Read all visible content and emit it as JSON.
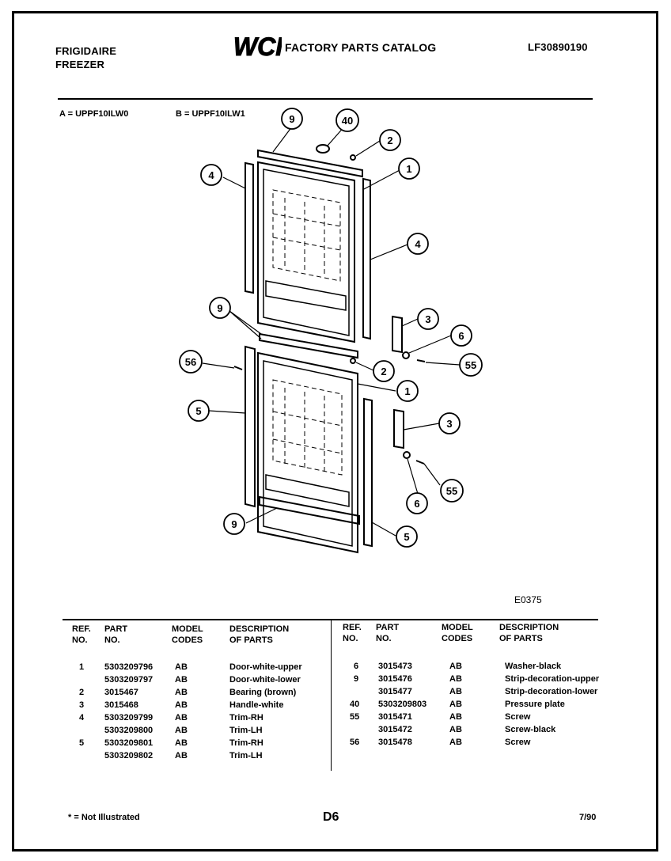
{
  "header": {
    "brand_line1": "FRIGIDAIRE",
    "brand_line2": "FREEZER",
    "logo_text": "WCI",
    "catalog_title": "FACTORY PARTS CATALOG",
    "catalog_number": "LF30890190"
  },
  "models": {
    "a": "A = UPPF10ILW0",
    "b": "B = UPPF10ILW1"
  },
  "diagram": {
    "code": "E0375",
    "callouts": [
      "9",
      "40",
      "2",
      "1",
      "4",
      "4",
      "9",
      "3",
      "6",
      "55",
      "56",
      "2",
      "1",
      "5",
      "3",
      "55",
      "6",
      "9",
      "5"
    ]
  },
  "table": {
    "headers": {
      "ref_line1": "REF.",
      "ref_line2": "NO.",
      "part_line1": "PART",
      "part_line2": "NO.",
      "model_line1": "MODEL",
      "model_line2": "CODES",
      "desc_line1": "DESCRIPTION",
      "desc_line2": "OF PARTS"
    },
    "left_rows": [
      {
        "ref": "1",
        "part": "5303209796",
        "model": "AB",
        "desc": "Door-white-upper"
      },
      {
        "ref": "",
        "part": "5303209797",
        "model": "AB",
        "desc": "Door-white-lower"
      },
      {
        "ref": "2",
        "part": "3015467",
        "model": "AB",
        "desc": "Bearing (brown)"
      },
      {
        "ref": "3",
        "part": "3015468",
        "model": "AB",
        "desc": "Handle-white"
      },
      {
        "ref": "4",
        "part": "5303209799",
        "model": "AB",
        "desc": "Trim-RH"
      },
      {
        "ref": "",
        "part": "5303209800",
        "model": "AB",
        "desc": "Trim-LH"
      },
      {
        "ref": "5",
        "part": "5303209801",
        "model": "AB",
        "desc": "Trim-RH"
      },
      {
        "ref": "",
        "part": "5303209802",
        "model": "AB",
        "desc": "Trim-LH"
      }
    ],
    "right_rows": [
      {
        "ref": "6",
        "part": "3015473",
        "model": "AB",
        "desc": "Washer-black"
      },
      {
        "ref": "9",
        "part": "3015476",
        "model": "AB",
        "desc": "Strip-decoration-upper"
      },
      {
        "ref": "",
        "part": "3015477",
        "model": "AB",
        "desc": "Strip-decoration-lower"
      },
      {
        "ref": "40",
        "part": "5303209803",
        "model": "AB",
        "desc": "Pressure plate"
      },
      {
        "ref": "55",
        "part": "3015471",
        "model": "AB",
        "desc": "Screw"
      },
      {
        "ref": "",
        "part": "3015472",
        "model": "AB",
        "desc": "Screw-black"
      },
      {
        "ref": "56",
        "part": "3015478",
        "model": "AB",
        "desc": "Screw"
      }
    ]
  },
  "footer": {
    "note": "* = Not Illustrated",
    "page": "D6",
    "date": "7/90"
  }
}
